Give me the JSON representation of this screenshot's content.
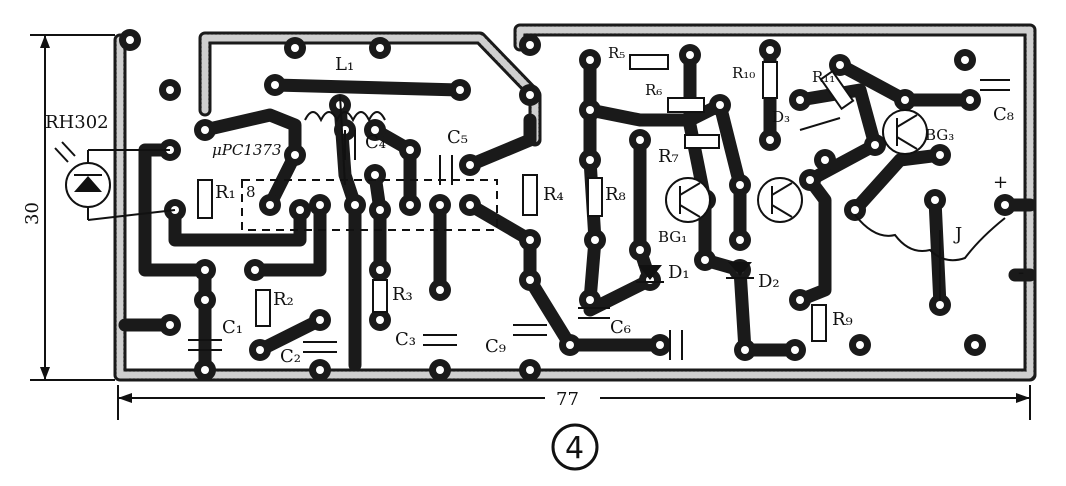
{
  "figure_number": "4",
  "dimensions": {
    "width": "77",
    "height": "30"
  },
  "sensor": {
    "label": "RH302"
  },
  "ic": {
    "label": "μPC1373",
    "pin8": "8"
  },
  "components": {
    "L1": "L₁",
    "R1": "R₁",
    "R2": "R₂",
    "R3": "R₃",
    "R4": "R₄",
    "R5": "R₅",
    "R6": "R₆",
    "R7": "R₇",
    "R8": "R₈",
    "R9": "R₉",
    "R10": "R₁₀",
    "R11": "R₁₁",
    "C1": "C₁",
    "C2": "C₂",
    "C3": "C₃",
    "C5": "C₅",
    "C6": "C₆",
    "C8": "C₈",
    "C9": "C₉",
    "C4": "C₄",
    "BG1": "BG₁",
    "BG3": "BG₃",
    "D1": "D₁",
    "D2": "D₂",
    "D3": "D₃",
    "J": "J"
  },
  "terminals": {
    "plus": "+",
    "minus": "-"
  }
}
